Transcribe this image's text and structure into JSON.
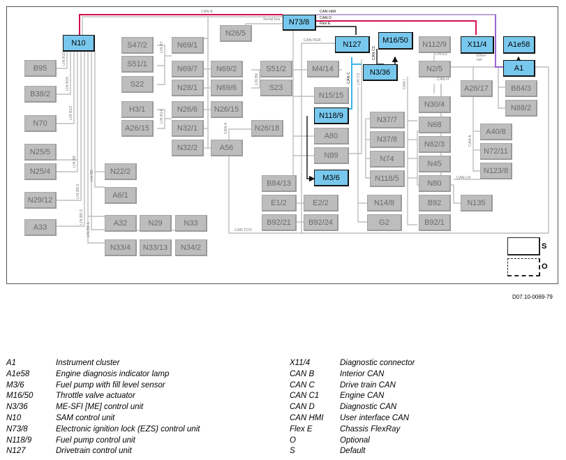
{
  "components": {
    "N10": "N10",
    "B95": "B95",
    "B38_2": "B38/2",
    "N70": "N70",
    "N25_5": "N25/5",
    "N25_4": "N25/4",
    "N29_12": "N29/12",
    "A33": "A33",
    "S47_2": "S47/2",
    "S51_1": "S51/1",
    "S22": "S22",
    "H3_1": "H3/1",
    "A26_15": "A26/15",
    "N69_1": "N69/1",
    "N69_7": "N69/7",
    "N28_1": "N28/1",
    "N26_6": "N26/6",
    "N32_1": "N32/1",
    "N32_2": "N32/2",
    "N26_5": "N26/5",
    "N69_2": "N69/2",
    "N69_6": "N69/6",
    "N26_15": "N26/15",
    "A56": "A56",
    "S51_2": "S51/2",
    "S23": "S23",
    "N26_18": "N26/18",
    "N22_2": "N22/2",
    "A6_1": "A6/1",
    "A32": "A32",
    "N29": "N29",
    "N33": "N33",
    "N33_4": "N33/4",
    "N33_13": "N33/13",
    "N34_2": "N34/2",
    "N73_8": "N73/8",
    "N127": "N127",
    "M16_50": "M16/50",
    "N3_36": "N3/36",
    "M4_14": "M4/14",
    "N15_15": "N15/15",
    "N118_9": "N118/9",
    "A80": "A80",
    "N89": "N89",
    "M3_6": "M3/6",
    "B84_13": "B84/13",
    "E1_2": "E1/2",
    "E2_2": "E2/2",
    "B92_21": "B92/21",
    "B92_24": "B92/24",
    "N37_7": "N37/7",
    "N37_8": "N37/8",
    "N74": "N74",
    "N118_5": "N118/5",
    "N14_8": "N14/8",
    "G2": "G2",
    "N112_9": "N112/9",
    "N2_5": "N2/5",
    "N30_4": "N30/4",
    "N68": "N68",
    "N62_3": "N62/3",
    "N45": "N45",
    "N80": "N80",
    "B92": "B92",
    "B92_1": "B92/1",
    "X11_4": "X11/4",
    "A1e58": "A1e58",
    "A1": "A1",
    "A26_17": "A26/17",
    "B84_3": "B84/3",
    "N88_2": "N88/2",
    "A40_8": "A40/8",
    "N72_11": "N72/11",
    "N123_8": "N123/8",
    "N135": "N135"
  },
  "bus_labels": {
    "can_b": "CAN B",
    "serial_bus": "Serial bus",
    "can_hmi": "CAN HMI",
    "can_d": "CAN D",
    "flex_e": "Flex E",
    "can_per": "CAN PER",
    "can_c1": "CAN C1",
    "can_c": "CAN C",
    "lin_c3": "LIN C3",
    "can_i": "CAN I",
    "lin_e2": "LIN E2",
    "can_h": "CAN H",
    "ethernet": "Ether-\nnet",
    "can_a": "CAN A",
    "can_lr": "CAN LR",
    "can_tco": "CAN TCO",
    "can_k": "CAN K",
    "lin_b7": "LIN B7",
    "lin_b6": "LIN B6",
    "lin_b14": "LIN B14",
    "lin_b15": "LIN B15",
    "lin_b16": "LIN B16",
    "lin_b13": "LIN B13",
    "lin_b8": "LIN B8",
    "lin_b9_2": "LIN B9-2",
    "lin_b9_3": "LIN B9-3",
    "lin_b9_1": "LIN B9-1"
  },
  "key": {
    "s": "S",
    "o": "O"
  },
  "doc_ref": "D07.10-0069-79",
  "legend_left": [
    {
      "code": "A1",
      "desc": "Instrument cluster"
    },
    {
      "code": "A1e58",
      "desc": "Engine diagnosis indicator lamp"
    },
    {
      "code": "M3/6",
      "desc": "Fuel pump with fill level sensor"
    },
    {
      "code": "M16/50",
      "desc": "Throttle valve actuator"
    },
    {
      "code": "N3/36",
      "desc": "ME-SFI [ME] control unit"
    },
    {
      "code": "N10",
      "desc": "SAM control unit"
    },
    {
      "code": "N73/8",
      "desc": "Electronic ignition lock (EZS) control unit"
    },
    {
      "code": "N118/9",
      "desc": "Fuel pump control unit"
    },
    {
      "code": "N127",
      "desc": "Drivetrain control unit"
    }
  ],
  "legend_right": [
    {
      "code": "X11/4",
      "desc": "Diagnostic connector"
    },
    {
      "code": "CAN B",
      "desc": "Interior CAN"
    },
    {
      "code": "CAN C",
      "desc": "Drive train CAN"
    },
    {
      "code": "CAN C1",
      "desc": "Engine CAN"
    },
    {
      "code": "CAN D",
      "desc": "Diagnostic CAN"
    },
    {
      "code": "CAN HMI",
      "desc": "User interface CAN"
    },
    {
      "code": "Flex E",
      "desc": "Chassis FlexRay"
    },
    {
      "code": "O",
      "desc": "Optional"
    },
    {
      "code": "S",
      "desc": "Default"
    }
  ],
  "colors": {
    "can_b": "#c8b8d8",
    "can_hmi": "#8e55c8",
    "can_d": "#d4104a",
    "can_c": "#3db4e8",
    "can_c1": "#1a1a1a",
    "gray_wire": "#bdbdbd",
    "active_box": "#78c8ee",
    "inactive_box": "#bdbdbd"
  }
}
